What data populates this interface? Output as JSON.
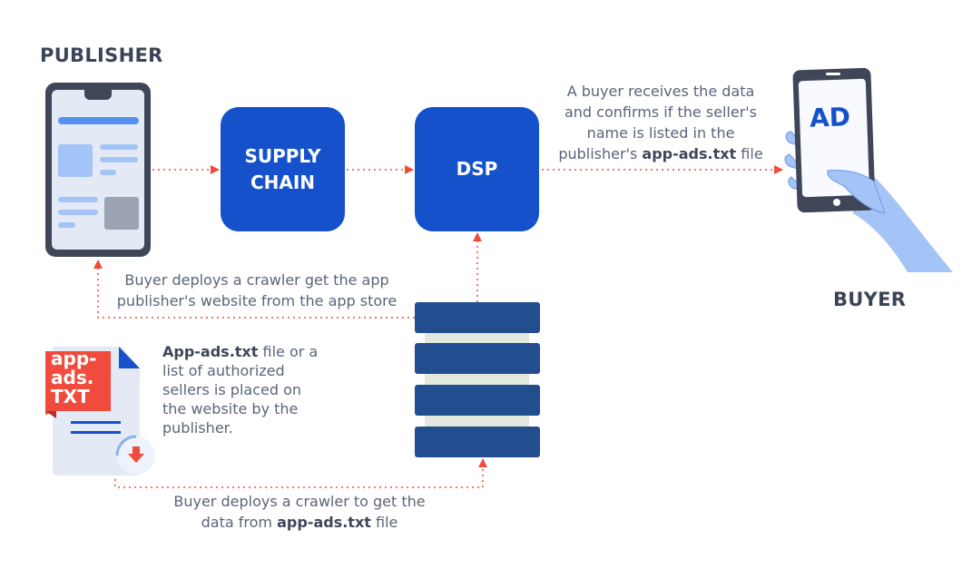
{
  "labels": {
    "publisher": "PUBLISHER",
    "buyer": "BUYER"
  },
  "nodes": {
    "supply_chain": "SUPPLY CHAIN",
    "dsp": "DSP"
  },
  "buyer_phone": {
    "screen_text": "AD"
  },
  "doc_icon": {
    "badge_lines": [
      "app-",
      "ads.",
      "TXT"
    ]
  },
  "notes": {
    "buyer_receives": {
      "line1": "A buyer receives the data",
      "line2": "and confirms if the seller's",
      "line3": "name is listed in the",
      "line4_pre": "publisher's ",
      "line4_bold": "app-ads.txt",
      "line4_post": " file"
    },
    "crawler_app_store": {
      "line1": "Buyer deploys a crawler get the app",
      "line2": "publisher's website from the app store"
    },
    "file_placed": {
      "bold": "App-ads.txt",
      "line1_post": " file or a",
      "line2": "list of authorized",
      "line3": "sellers is placed on",
      "line4": "the website by the",
      "line5": "publisher."
    },
    "crawler_data": {
      "line1": "Buyer deploys a crawler to get the",
      "line2_pre": "data from ",
      "line2_bold": "app-ads.txt",
      "line2_post": " file"
    }
  },
  "colors": {
    "primary": "#1551cb",
    "arrow": "#f04b3c",
    "server": "#224e8f",
    "text": "#5b6479"
  }
}
